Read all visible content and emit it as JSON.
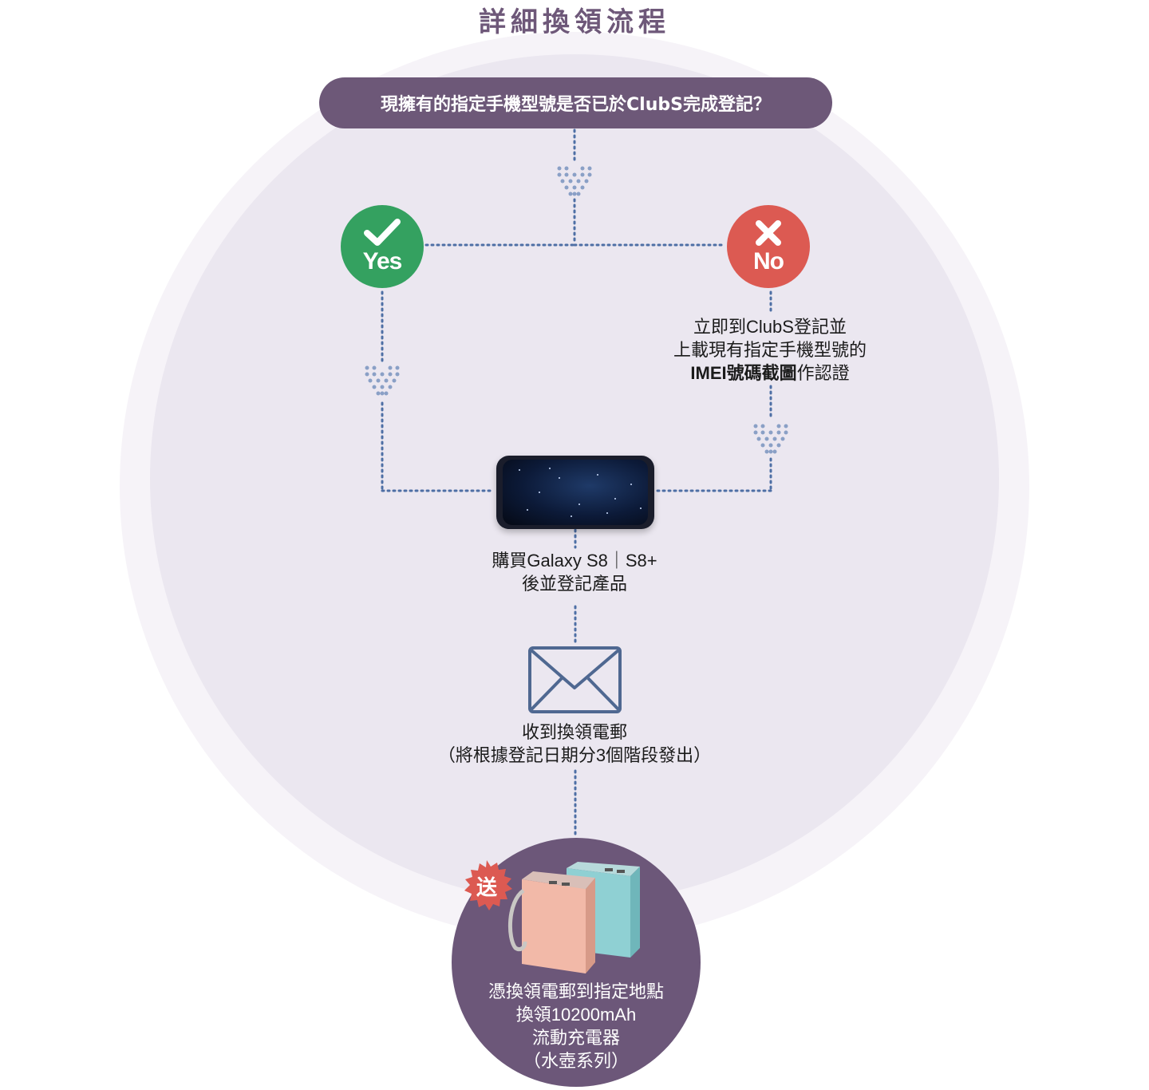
{
  "title": "詳細換領流程",
  "question": "現擁有的指定手機型號是否已於ClubS完成登記？",
  "yes_badge": {
    "label": "Yes",
    "color": "#34a160",
    "icon": "checkmark-icon"
  },
  "no_badge": {
    "label": "No",
    "color": "#dc5a52",
    "icon": "cross-icon"
  },
  "no_instructions": {
    "line1": "立即到ClubS登記並",
    "line2": "上載現有指定手機型號的",
    "line3_bold": "IMEI號碼截圖",
    "line3_rest": "作認證"
  },
  "phone_caption": {
    "line1": "購買Galaxy S8｜S8+",
    "line2": "後並登記產品"
  },
  "mail_caption": {
    "line1": "收到換領電郵",
    "line2": "（將根據登記日期分3個階段發出）"
  },
  "gift_label": "送",
  "prize_caption": {
    "line1": "憑換領電郵到指定地點",
    "line2": "換領10200mAh",
    "line3": "流動充電器",
    "line4": "（水壺系列）"
  },
  "colors": {
    "accent_purple": "#6d5878",
    "dot_line": "#4e6fa5",
    "gift_red": "#dc5a52"
  }
}
